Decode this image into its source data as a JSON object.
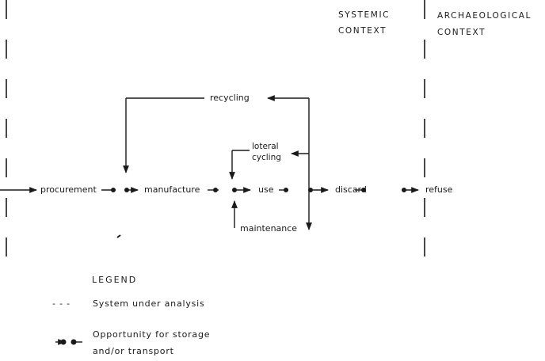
{
  "headers": {
    "systemic_line1": "SYSTEMIC",
    "systemic_line2": "CONTEXT",
    "archaeological_line1": "ARCHAEOLOGICAL",
    "archaeological_line2": "CONTEXT"
  },
  "processes": {
    "procurement": "procurement",
    "manufacture": "manufacture",
    "use": "use",
    "discard": "discard",
    "refuse": "refuse",
    "recycling": "recycling",
    "lateral_cycling_line1": "loteral",
    "lateral_cycling_line2": "cycling",
    "maintenance": "maintenance"
  },
  "legend": {
    "title": "LEGEND",
    "dashed_symbol": "- - -",
    "system_label": "System under analysis",
    "storage_line1": "Opportunity for storage",
    "storage_line2": "and/or transport"
  },
  "colors": {
    "ink": "#1a1a1a",
    "background": "#ffffff"
  }
}
